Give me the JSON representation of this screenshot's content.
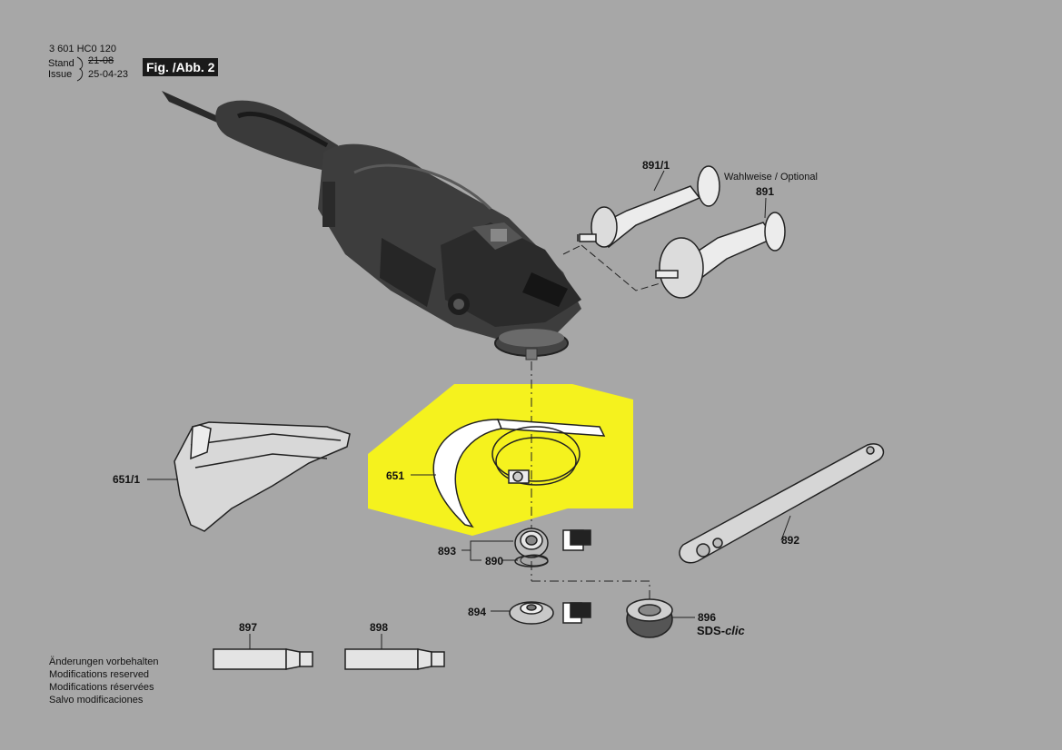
{
  "header": {
    "doc_number": "3 601 HC0 120",
    "stand_label": "Stand",
    "stand_value": "21-08",
    "issue_label": "Issue",
    "issue_value": "25-04-23",
    "figure": "Fig. /Abb. 2"
  },
  "highlight_color": "#f5f21e",
  "parts": {
    "p891_1": "891/1",
    "p891": "891",
    "optional": "Wahlweise / Optional",
    "p651_1": "651/1",
    "p651": "651",
    "p893": "893",
    "p890": "890",
    "p892": "892",
    "p894": "894",
    "p896": "896",
    "sds_prefix": "SDS-",
    "sds_suffix": "clic",
    "p897": "897",
    "p898": "898"
  },
  "notes": [
    "Änderungen vorbehalten",
    "Modifications reserved",
    "Modifications réservées",
    "Salvo modificaciones"
  ]
}
